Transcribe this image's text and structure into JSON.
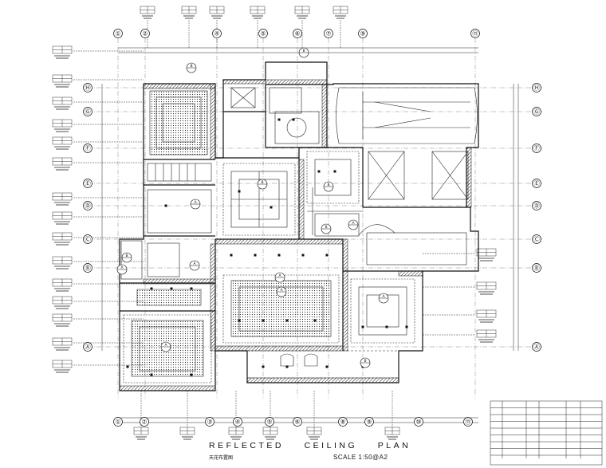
{
  "drawing": {
    "title": "REFLECTED    CEILING    PLAN",
    "subtitle": "天花布置图",
    "scale": "SCALE  1:50@A2"
  },
  "grid": {
    "top": [
      "①",
      "②",
      "④",
      "⑤",
      "⑥",
      "⑦",
      "⑨",
      "⑪"
    ],
    "bottom": [
      "①",
      "②",
      "③",
      "④",
      "⑤",
      "⑥",
      "⑧",
      "⑨",
      "⑩",
      "⑪"
    ],
    "left": [
      "Ⓗ",
      "Ⓖ",
      "Ⓕ",
      "Ⓔ",
      "Ⓓ",
      "Ⓒ",
      "Ⓑ",
      "Ⓐ"
    ],
    "right": [
      "Ⓗ",
      "Ⓖ",
      "Ⓕ",
      "Ⓔ",
      "Ⓓ",
      "Ⓒ",
      "Ⓑ",
      "Ⓐ"
    ]
  },
  "section_tags": [
    "B",
    "B",
    "B",
    "A",
    "B",
    "B",
    "A",
    "A",
    "B",
    "A",
    "A",
    "A",
    "B",
    "A",
    "A"
  ],
  "colors": {
    "line": "#111111",
    "hatch": "#222222",
    "dash": "#333333"
  }
}
